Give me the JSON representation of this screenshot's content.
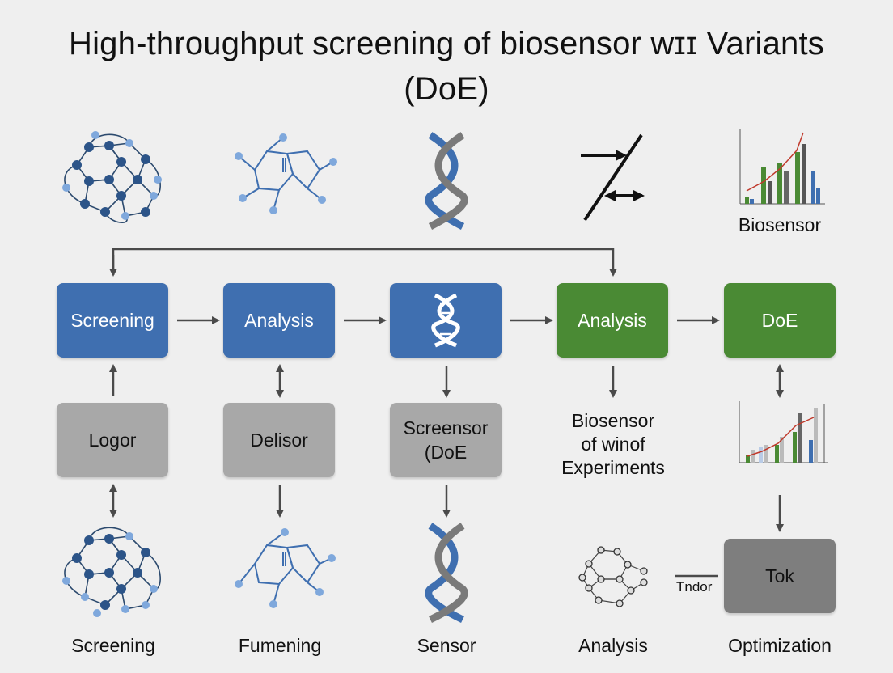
{
  "title": {
    "line1": "High-throughput screening of biosensor wɪɪ Variants",
    "line2": "(DoE)"
  },
  "icons": {
    "top_molecule_network": "molecule-network-icon",
    "top_molecule_ring": "molecule-ring-icon",
    "top_dna": "dna-icon",
    "top_arrows": "crossing-arrows-icon",
    "top_chart": "bar-chart-icon"
  },
  "top_chart_caption": "Biosensor",
  "flow_boxes": [
    {
      "label": "Screening",
      "color": "#3f6fb0"
    },
    {
      "label": "Analysis",
      "color": "#3f6fb0"
    },
    {
      "label": "",
      "icon": "dna-icon",
      "color": "#3f6fb0"
    },
    {
      "label": "Analysis",
      "color": "#4a8a34"
    },
    {
      "label": "DoE",
      "color": "#4a8a34"
    }
  ],
  "middle_boxes": [
    {
      "label": "Logor",
      "color": "#a8a8a8"
    },
    {
      "label": "Delisor",
      "color": "#a8a8a8"
    },
    {
      "label": "Screensor\n(DoE",
      "color": "#a8a8a8"
    }
  ],
  "middle_text": "Biosensor\nof winof\nExperiments",
  "result_box": {
    "label": "Tok",
    "color": "#7e7e7e"
  },
  "result_connector_label": "Tndor",
  "bottom_labels": [
    "Screening",
    "Fumening",
    "Sensor",
    "Analysis",
    "Optimization"
  ],
  "colors": {
    "blue": "#3f6fb0",
    "green": "#4a8a34",
    "gray": "#a8a8a8",
    "dark_gray": "#7e7e7e",
    "node_dark": "#2c5488",
    "node_light": "#7fa8dc",
    "line": "#4a4a4a",
    "trend_red": "#c0392b"
  }
}
